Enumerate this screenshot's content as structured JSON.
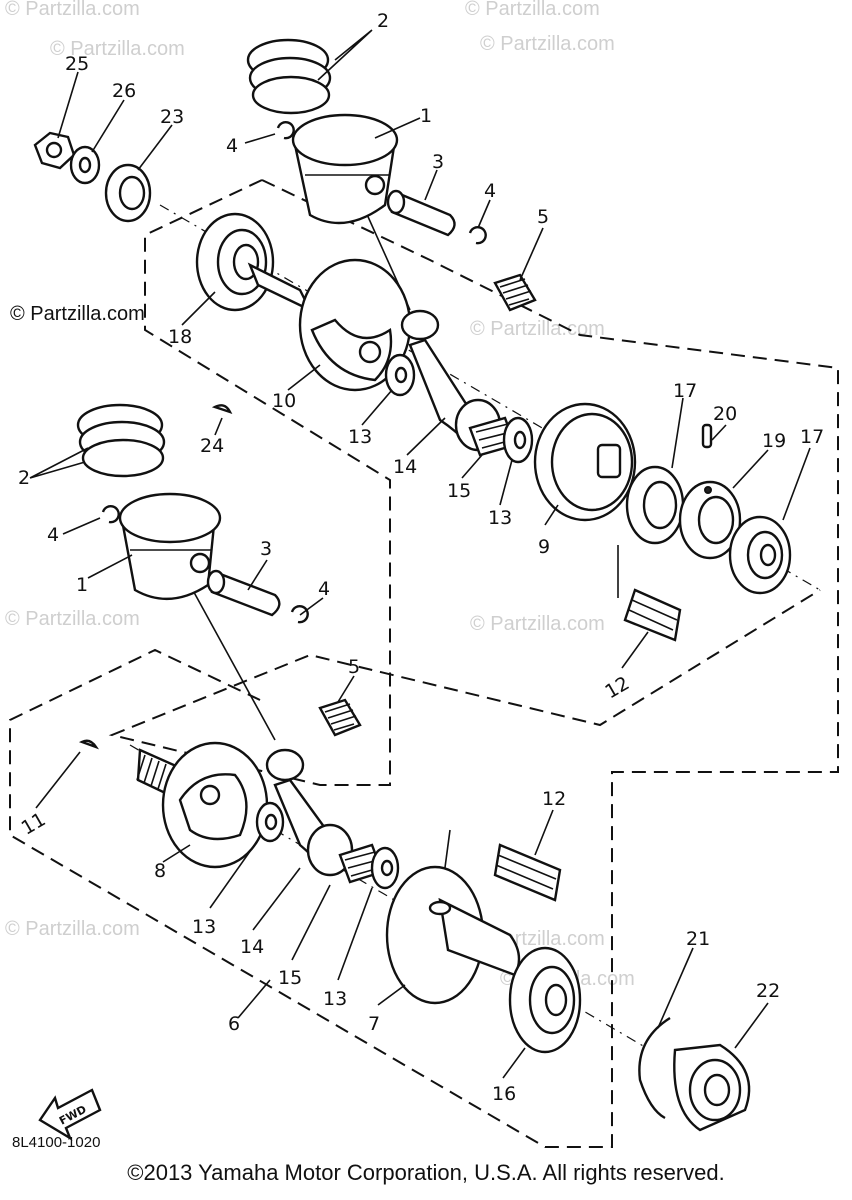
{
  "watermarks": [
    "© Partzilla.com",
    "© Partzilla.com",
    "© Partzilla.com",
    "© Partzilla.com",
    "© Partzilla.com",
    "© Partzilla.com",
    "© Partzilla.com",
    "© Partzilla.com",
    "© Partzilla.com",
    "© Partzilla.com"
  ],
  "side_watermark": "© Partzilla.com",
  "callouts": [
    "2",
    "1",
    "4",
    "3",
    "4",
    "5",
    "25",
    "26",
    "23",
    "18",
    "10",
    "13",
    "14",
    "15",
    "13",
    "9",
    "17",
    "20",
    "19",
    "17",
    "12",
    "24",
    "2",
    "4",
    "1",
    "3",
    "4",
    "5",
    "11",
    "8",
    "13",
    "14",
    "15",
    "13",
    "7",
    "16",
    "12",
    "6",
    "21",
    "22"
  ],
  "fwd_label": "FWD",
  "diagram_code": "8L4100-1020",
  "copyright": "©2013 Yamaha Motor Corporation, U.S.A. All rights reserved."
}
